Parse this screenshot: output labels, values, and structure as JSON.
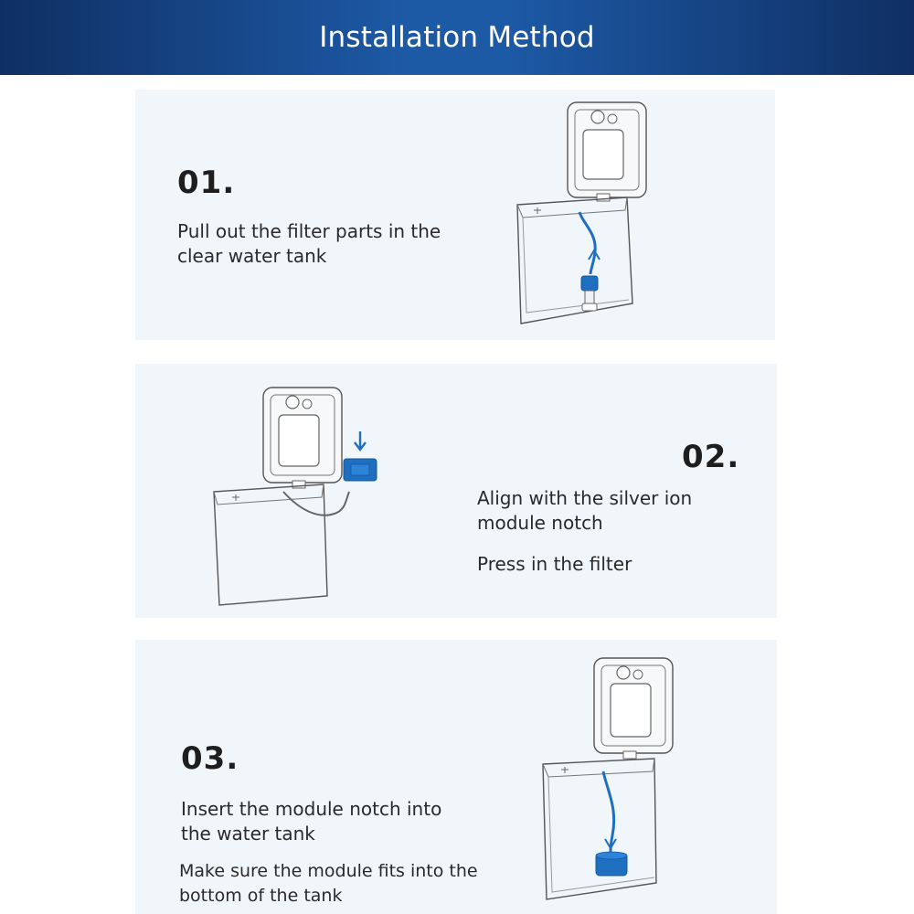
{
  "header": {
    "title": "Installation Method"
  },
  "steps": [
    {
      "number": "01.",
      "text": "Pull out the filter parts in the clear water tank"
    },
    {
      "number": "02.",
      "text": "Align with the silver ion module notch",
      "subtext": "Press in the filter"
    },
    {
      "number": "03.",
      "text": "Insert the module notch into the water tank",
      "subtext": "Make sure the module fits into the bottom of the tank"
    }
  ],
  "colors": {
    "header": "#1d5aa6",
    "panel": "#f0f6fa",
    "accent": "#1f6fc0"
  }
}
